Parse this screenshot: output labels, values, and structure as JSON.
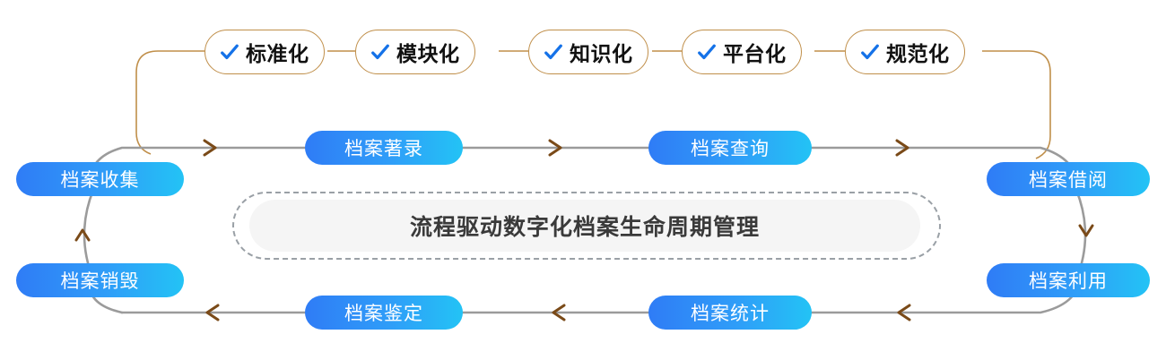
{
  "diagram": {
    "center": {
      "title": "流程驱动数字化档案生命周期管理",
      "border_color": "#9aa0a6",
      "fill_color": "#f5f5f5",
      "text_color": "#3a3a3a"
    },
    "attribute_pills": {
      "icon": "check-icon",
      "icon_color": "#1572e8",
      "border_color": "#c08f4a",
      "items": [
        {
          "label": "标准化"
        },
        {
          "label": "模块化"
        },
        {
          "label": "知识化"
        },
        {
          "label": "平台化"
        },
        {
          "label": "规范化"
        }
      ]
    },
    "stages": {
      "gradient_from": "#2f7cf6",
      "gradient_to": "#23c3f5",
      "text_color": "#ffffff",
      "items": [
        {
          "label": "档案收集",
          "position": "left-upper"
        },
        {
          "label": "档案著录",
          "position": "top-left"
        },
        {
          "label": "档案查询",
          "position": "top-right"
        },
        {
          "label": "档案借阅",
          "position": "right-upper"
        },
        {
          "label": "档案利用",
          "position": "right-lower"
        },
        {
          "label": "档案统计",
          "position": "bottom-right"
        },
        {
          "label": "档案鉴定",
          "position": "bottom-left"
        },
        {
          "label": "档案销毁",
          "position": "left-lower"
        }
      ]
    },
    "flow": {
      "line_color": "#9b9b9b",
      "arrow_color": "#7a4a18",
      "bracket_color": "#c08f4a",
      "direction": "clockwise"
    }
  }
}
